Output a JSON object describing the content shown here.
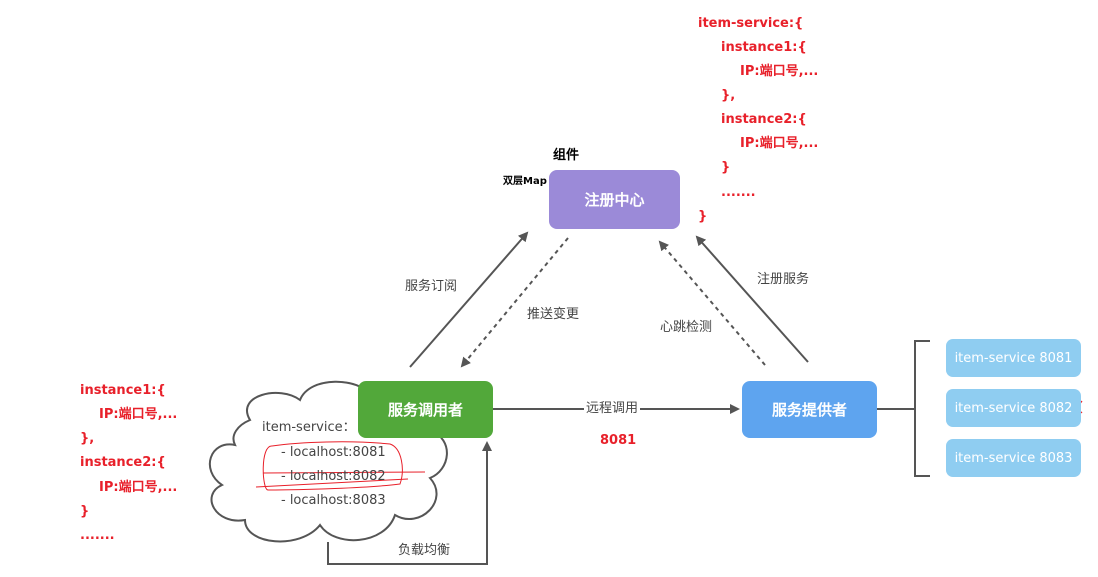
{
  "registry": {
    "title": "注册中心",
    "component_label": "组件",
    "structure_label": "双层Map",
    "color": "#9b8ad8"
  },
  "consumer": {
    "title": "服务调用者",
    "color": "#52a83a"
  },
  "provider": {
    "title": "服务提供者",
    "color": "#5ea4ef"
  },
  "instances": [
    {
      "label": "item-service 8081"
    },
    {
      "label": "item-service 8082",
      "marked_down": true
    },
    {
      "label": "item-service 8083"
    }
  ],
  "edges": {
    "subscribe": "服务订阅",
    "push_change": "推送变更",
    "register": "注册服务",
    "heartbeat": "心跳检测",
    "remote_call": "远程调用",
    "remote_port": "8081",
    "load_balance": "负载均衡"
  },
  "cache": {
    "title": "item-service：",
    "entries": [
      "- localhost:8081",
      "- localhost:8082",
      "- localhost:8083"
    ]
  },
  "left_code": [
    "instance1:{",
    "IP:端口号,...",
    "},",
    "instance2:{",
    "IP:端口号,...",
    "}",
    "......."
  ],
  "right_code": [
    "item-service:{",
    "instance1:{",
    "IP:端口号,...",
    "},",
    "instance2:{",
    "IP:端口号,...",
    "}",
    ".......",
    "}"
  ],
  "colors": {
    "annotation": "#e8202a",
    "instance": "#8fcdf1"
  }
}
